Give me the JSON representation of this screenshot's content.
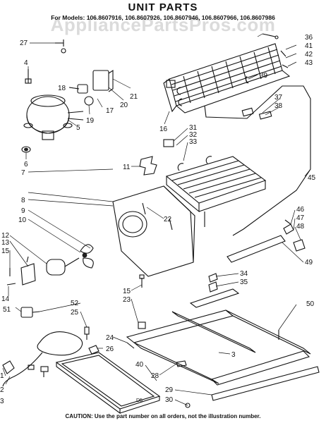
{
  "header": {
    "title": "UNIT PARTS",
    "models": "For Models: 106.8607916, 106.8607926, 106.8607946, 106.8607966, 106.8607986"
  },
  "watermark": "AppliancePartsPros.com",
  "footer": {
    "caution": "CAUTION: Use the part number on all orders, not the illustration number.",
    "code": "D5"
  },
  "callouts": {
    "c1": "1",
    "c2": "2",
    "c3": "3",
    "c3b": "3",
    "c4": "4",
    "c5": "5",
    "c6": "6",
    "c7": "7",
    "c8": "8",
    "c9": "9",
    "c10": "10",
    "c11": "11",
    "c12": "12",
    "c13": "13",
    "c14": "14",
    "c15": "15",
    "c15b": "15",
    "c16": "16",
    "c17": "17",
    "c18": "18",
    "c19": "19",
    "c20": "20",
    "c21": "21",
    "c22": "22",
    "c23": "23",
    "c24": "24",
    "c25": "25",
    "c26": "26",
    "c27": "27",
    "c28": "28",
    "c29": "29",
    "c30": "30",
    "c31": "31",
    "c32": "32",
    "c33": "33",
    "c34": "34",
    "c35": "35",
    "c36": "36",
    "c37": "37",
    "c38": "38",
    "c39": "39",
    "c40": "40",
    "c41": "41",
    "c42": "42",
    "c43": "43",
    "c45": "45",
    "c46": "46",
    "c47": "47",
    "c48": "48",
    "c49": "49",
    "c50": "50",
    "c51": "51",
    "c52": "52"
  }
}
